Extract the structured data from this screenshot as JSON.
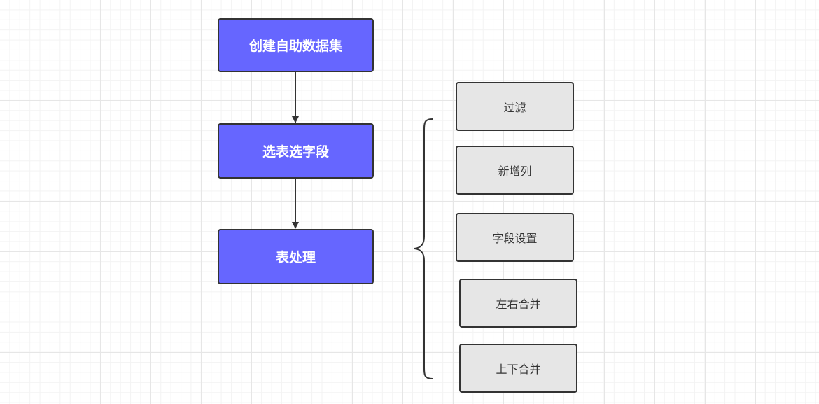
{
  "flow": {
    "steps": [
      {
        "label": "创建自助数据集"
      },
      {
        "label": "选表选字段"
      },
      {
        "label": "表处理"
      }
    ]
  },
  "table_processing": {
    "options": [
      {
        "label": "过滤"
      },
      {
        "label": "新增列"
      },
      {
        "label": "字段设置"
      },
      {
        "label": "左右合并"
      },
      {
        "label": "上下合并"
      }
    ]
  },
  "colors": {
    "primary_fill": "#6666ff",
    "secondary_fill": "#e6e6e6",
    "stroke": "#333333"
  }
}
